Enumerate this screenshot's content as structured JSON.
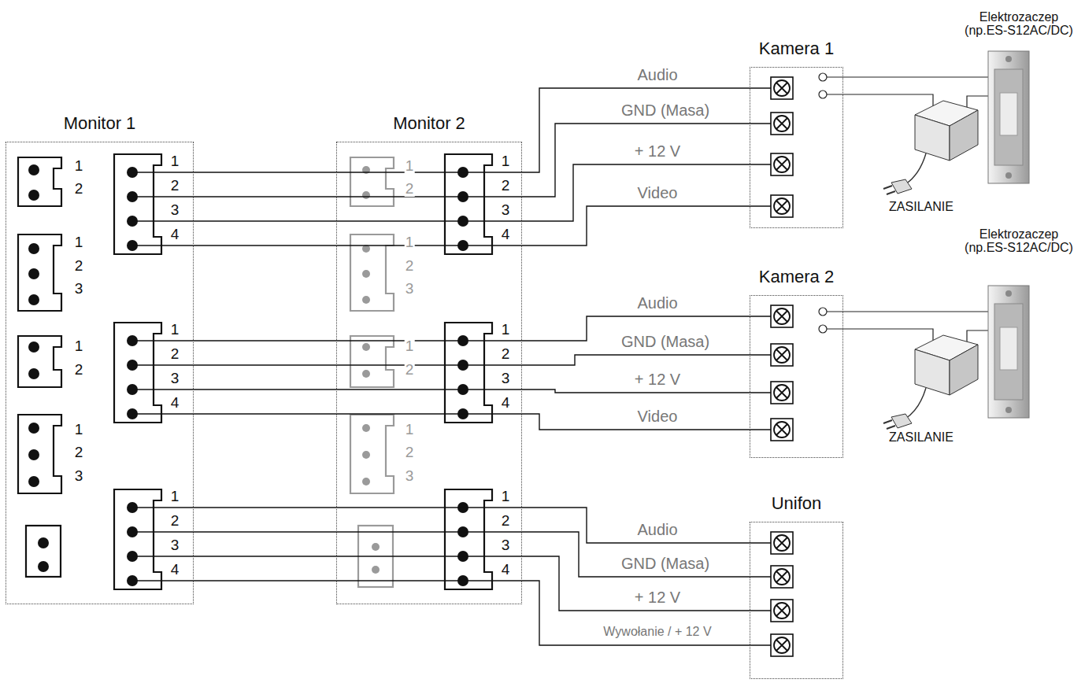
{
  "diagram": {
    "nodes": [
      {
        "text": [
          "Monitor 1"
        ]
      },
      {
        "text": [
          "Monitor 2"
        ]
      },
      {
        "text": [
          "Kamera 1"
        ]
      },
      {
        "text": [
          "Kamera 2"
        ]
      },
      {
        "text": [
          "Unifon"
        ]
      }
    ],
    "edges": [
      {
        "from": 0,
        "to": 1,
        "arrow": "none"
      },
      {
        "from": 0,
        "to": 1,
        "arrow": "none"
      },
      {
        "from": 0,
        "to": 1,
        "arrow": "none"
      },
      {
        "from": 0,
        "to": 1,
        "arrow": "none"
      },
      {
        "from": 0,
        "to": 1,
        "arrow": "none"
      },
      {
        "from": 0,
        "to": 1,
        "arrow": "none"
      },
      {
        "from": 0,
        "to": 1,
        "arrow": "none"
      },
      {
        "from": 0,
        "to": 1,
        "arrow": "none"
      },
      {
        "from": 0,
        "to": 1,
        "arrow": "none"
      },
      {
        "from": 0,
        "to": 1,
        "arrow": "none"
      },
      {
        "from": 0,
        "to": 1,
        "arrow": "none"
      },
      {
        "from": 0,
        "to": 1,
        "arrow": "none"
      },
      {
        "from": 1,
        "to": 2,
        "arrow": "none",
        "label": "Audio"
      },
      {
        "from": 1,
        "to": 2,
        "arrow": "none",
        "label": "GND (Masa)"
      },
      {
        "from": 1,
        "to": 2,
        "arrow": "none",
        "label": "+ 12 V"
      },
      {
        "from": 1,
        "to": 2,
        "arrow": "none",
        "label": "Video"
      },
      {
        "from": 1,
        "to": 3,
        "arrow": "none",
        "label": "Audio"
      },
      {
        "from": 1,
        "to": 3,
        "arrow": "none",
        "label": "GND (Masa)"
      },
      {
        "from": 1,
        "to": 3,
        "arrow": "none",
        "label": "+ 12 V"
      },
      {
        "from": 1,
        "to": 3,
        "arrow": "none",
        "label": "Video"
      },
      {
        "from": 1,
        "to": 4,
        "arrow": "none",
        "label": "Audio"
      },
      {
        "from": 1,
        "to": 4,
        "arrow": "none",
        "label": "GND (Masa)"
      },
      {
        "from": 1,
        "to": 4,
        "arrow": "none",
        "label": "+ 12 V"
      },
      {
        "from": 1,
        "to": 4,
        "arrow": "none",
        "label": "Wywołanie / + 12 V"
      }
    ],
    "labels": [
      "1",
      "2",
      "1",
      "2",
      "3",
      "1",
      "2",
      "1",
      "2",
      "3",
      "1",
      "2",
      "3",
      "4",
      "1",
      "2",
      "3",
      "4",
      "1",
      "2",
      "3",
      "4",
      "1",
      "2",
      "1",
      "2",
      "3",
      "1",
      "2",
      "1",
      "2",
      "3",
      "1",
      "2",
      "3",
      "4",
      "1",
      "2",
      "3",
      "4",
      "1",
      "2",
      "3",
      "4",
      "Elektrozaczep (np.ES-S12AC/DC)",
      "ZASILANIE",
      "Elektrozaczep (np.ES-S12AC/DC)",
      "ZASILANIE"
    ]
  }
}
